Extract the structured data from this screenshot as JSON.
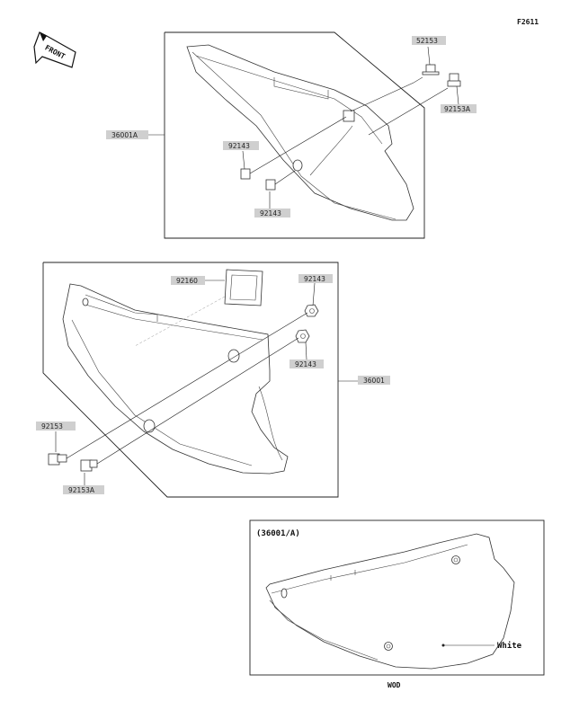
{
  "fig_code": "F2611",
  "front_arrow_text": "FRONT",
  "labels": {
    "p_52153": "52153",
    "p_92153A_top": "92153A",
    "p_36001A": "36001A",
    "p_92143_a": "92143",
    "p_92143_b": "92143",
    "p_92160": "92160",
    "p_92143_c": "92143",
    "p_92143_d": "92143",
    "p_36001": "36001",
    "p_92153": "92153",
    "p_92153A_bot": "92153A"
  },
  "inset": {
    "header": "(36001/A)",
    "callout": "White",
    "caption": "WOD"
  }
}
